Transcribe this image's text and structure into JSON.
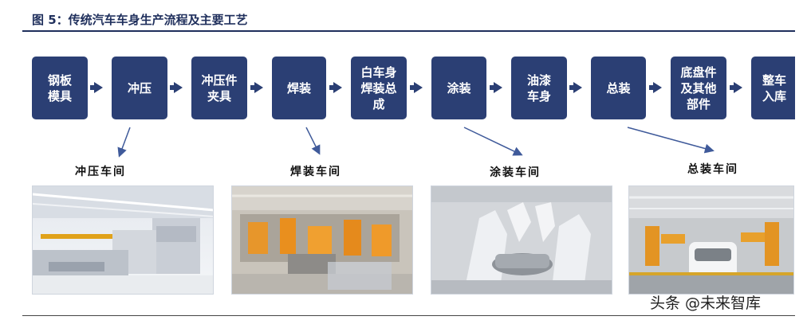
{
  "figure": {
    "title": "图 5：传统汽车车身生产流程及主要工艺"
  },
  "steps": [
    {
      "label": "钢板\n模具"
    },
    {
      "label": "冲压"
    },
    {
      "label": "冲压件\n夹具"
    },
    {
      "label": "焊装"
    },
    {
      "label": "白车身\n焊装总\n成"
    },
    {
      "label": "涂装"
    },
    {
      "label": "油漆\n车身"
    },
    {
      "label": "总装"
    },
    {
      "label": "底盘件\n及其他\n部件"
    },
    {
      "label": "整车\n入库"
    }
  ],
  "workshops": [
    {
      "label": "冲压车间"
    },
    {
      "label": "焊装车间"
    },
    {
      "label": "涂装车间"
    },
    {
      "label": "总装车间"
    }
  ],
  "watermark": "头条 @未来智库",
  "colors": {
    "step_fill": "#2b3f74",
    "title_color": "#1f2f5c",
    "pointer_color": "#3f5a9a"
  }
}
